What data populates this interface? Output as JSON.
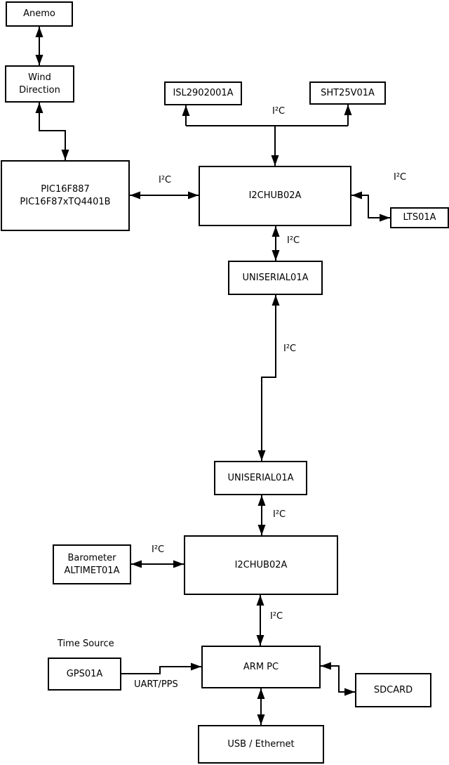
{
  "diagram": {
    "boxes": {
      "anemo": {
        "label": "Anemo"
      },
      "wind_direction": {
        "label": "Wind\nDirection"
      },
      "pic": {
        "label": "PIC16F887\nPIC16F87xTQ4401B"
      },
      "isl": {
        "label": "ISL2902001A"
      },
      "sht": {
        "label": "SHT25V01A"
      },
      "hub1": {
        "label": "I2CHUB02A"
      },
      "lts": {
        "label": "LTS01A"
      },
      "uniserial1": {
        "label": "UNISERIAL01A"
      },
      "uniserial2": {
        "label": "UNISERIAL01A"
      },
      "hub2": {
        "label": "I2CHUB02A"
      },
      "barometer": {
        "label": "Barometer\nALTIMET01A"
      },
      "gps": {
        "label": "GPS01A"
      },
      "arm_pc": {
        "label": "ARM PC"
      },
      "sdcard": {
        "label": "SDCARD"
      },
      "usb_ethernet": {
        "label": "USB / Ethernet"
      }
    },
    "labels": {
      "i2c": "I²C",
      "uart_pps": "UART/PPS",
      "time_source": "Time Source"
    },
    "colors": {
      "background": "#ffffff",
      "stroke": "#000000"
    },
    "connections": [
      {
        "from": "Anemo",
        "to": "Wind Direction",
        "bidirectional": true
      },
      {
        "from": "Wind Direction",
        "to": "PIC16F887 PIC16F87xTQ4401B",
        "bidirectional": true
      },
      {
        "from": "PIC16F887 PIC16F87xTQ4401B",
        "to": "I2CHUB02A (upper)",
        "label": "I²C",
        "bidirectional": true
      },
      {
        "from": "I2CHUB02A (upper)",
        "to": "ISL2902001A",
        "label": "I²C",
        "bidirectional": false
      },
      {
        "from": "I2CHUB02A (upper)",
        "to": "SHT25V01A",
        "label": "I²C",
        "bidirectional": false
      },
      {
        "from": "I2CHUB02A (upper)",
        "to": "LTS01A",
        "label": "I²C",
        "bidirectional": true
      },
      {
        "from": "I2CHUB02A (upper)",
        "to": "UNISERIAL01A (upper)",
        "label": "I²C",
        "bidirectional": true
      },
      {
        "from": "UNISERIAL01A (upper)",
        "to": "UNISERIAL01A (lower)",
        "label": "I²C",
        "bidirectional": true
      },
      {
        "from": "UNISERIAL01A (lower)",
        "to": "I2CHUB02A (lower)",
        "label": "I²C",
        "bidirectional": true
      },
      {
        "from": "Barometer ALTIMET01A",
        "to": "I2CHUB02A (lower)",
        "label": "I²C",
        "bidirectional": true
      },
      {
        "from": "I2CHUB02A (lower)",
        "to": "ARM PC",
        "label": "I²C",
        "bidirectional": true
      },
      {
        "from": "GPS01A",
        "to": "ARM PC",
        "label": "UART/PPS",
        "bidirectional": false
      },
      {
        "from": "ARM PC",
        "to": "SDCARD",
        "bidirectional": true
      },
      {
        "from": "ARM PC",
        "to": "USB / Ethernet",
        "bidirectional": true
      }
    ]
  }
}
